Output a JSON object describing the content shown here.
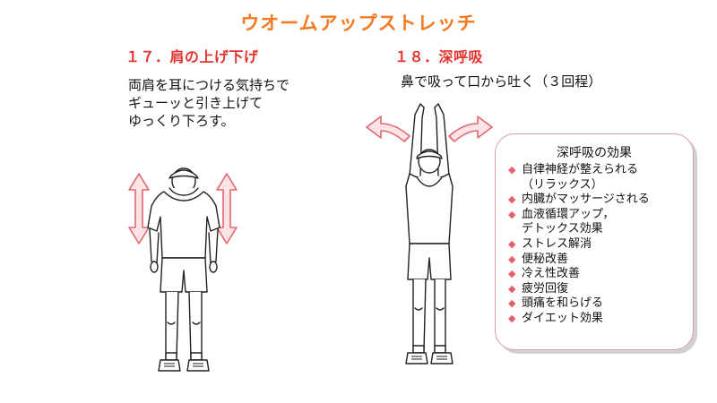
{
  "title": "ウオームアップストレッチ",
  "sections": [
    {
      "heading": "１７．肩の上げ下げ",
      "description": "両肩を耳につける気持ちで\nギューッと引き上げて\nゆっくり下ろす。"
    },
    {
      "heading": "１８．深呼吸",
      "description": "鼻で吸って口から吐く（３回程）"
    }
  ],
  "effects": {
    "title": "深呼吸の効果",
    "items": [
      {
        "text": "自律神経が整えられる",
        "bullet": true
      },
      {
        "text": "（リラックス）",
        "bullet": false
      },
      {
        "text": "内臓がマッサージされる",
        "bullet": true
      },
      {
        "text": "血液循環アップ，",
        "bullet": true
      },
      {
        "text": "デトックス効果",
        "bullet": false
      },
      {
        "text": "ストレス解消",
        "bullet": true
      },
      {
        "text": "便秘改善",
        "bullet": true
      },
      {
        "text": "冷え性改善",
        "bullet": true
      },
      {
        "text": "疲労回復",
        "bullet": true
      },
      {
        "text": "頭痛を和らげる",
        "bullet": true
      },
      {
        "text": "ダイエット効果",
        "bullet": true
      }
    ]
  },
  "colors": {
    "title": "#f47920",
    "heading": "#e3342f",
    "arrow_stroke": "#e06870",
    "arrow_fill": "#fbe3e6",
    "bullet": "#e5616b",
    "box_border": "#d9a0a6"
  }
}
